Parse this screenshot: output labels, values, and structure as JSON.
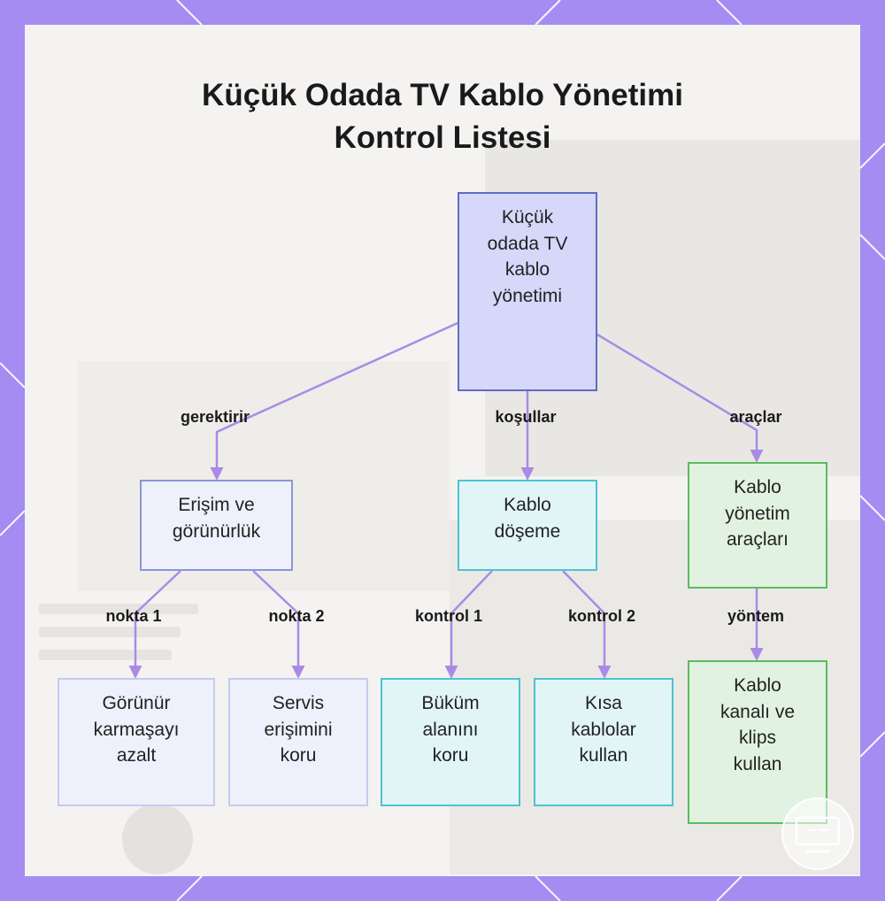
{
  "title": {
    "line1": "Küçük Odada TV Kablo Yönetimi",
    "line2": "Kontrol Listesi"
  },
  "nodes": {
    "root": {
      "lines": [
        "Küçük",
        "odada TV",
        "kablo",
        "yönetimi"
      ]
    },
    "access": {
      "lines": [
        "Erişim ve",
        "görünürlük"
      ]
    },
    "cabling": {
      "lines": [
        "Kablo",
        "döşeme"
      ]
    },
    "tools": {
      "lines": [
        "Kablo",
        "yönetim",
        "araçları"
      ]
    },
    "visible": {
      "lines": [
        "Görünür",
        "karmaşayı",
        "azalt"
      ]
    },
    "service": {
      "lines": [
        "Servis",
        "erişimini",
        "koru"
      ]
    },
    "bend": {
      "lines": [
        "Büküm",
        "alanını",
        "koru"
      ]
    },
    "short": {
      "lines": [
        "Kısa",
        "kablolar",
        "kullan"
      ]
    },
    "channel": {
      "lines": [
        "Kablo",
        "kanalı ve",
        "klips",
        "kullan"
      ]
    }
  },
  "edges": {
    "requires": "gerektirir",
    "conditions": "koşullar",
    "tools": "araçlar",
    "point1": "nokta 1",
    "point2": "nokta 2",
    "check1": "kontrol 1",
    "check2": "kontrol 2",
    "method": "yöntem"
  },
  "colors": {
    "frame": "#a48cf2",
    "connector": "#a98be6",
    "root_fill": "#d6d8fa",
    "root_border": "#5e6cc2",
    "blue_fill": "#eef0fb",
    "cyan_fill": "#e1f5f7",
    "cyan_border": "#4cc3cf",
    "green_fill": "#e2f2e0",
    "green_border": "#5bbb63"
  },
  "icons": {
    "corner": "monitor-icon"
  }
}
